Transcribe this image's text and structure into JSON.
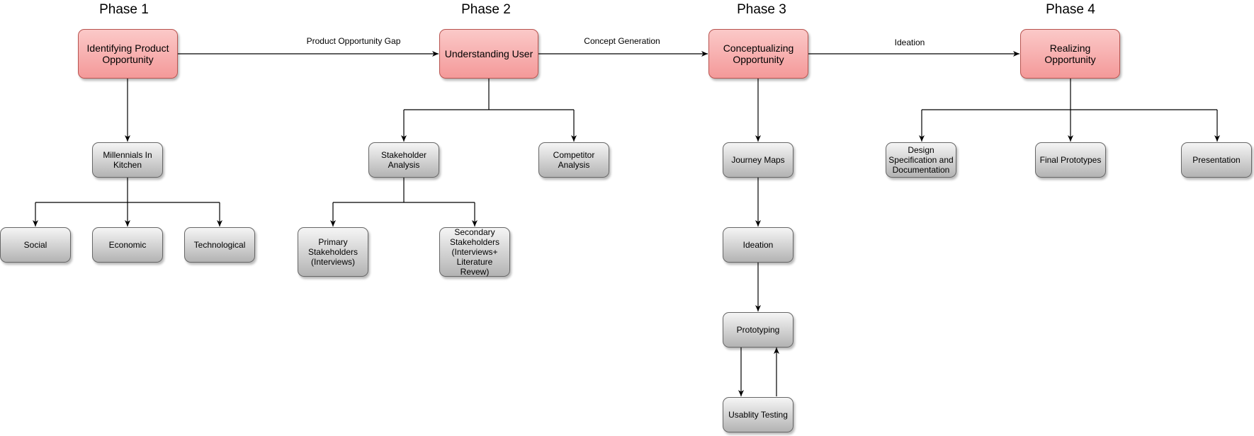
{
  "phases": {
    "p1": "Phase 1",
    "p2": "Phase 2",
    "p3": "Phase 3",
    "p4": "Phase 4"
  },
  "edge_labels": {
    "gap": "Product Opportunity Gap",
    "concept": "Concept Generation",
    "ideation": "Ideation"
  },
  "main_nodes": {
    "identifying": "Identifying Product Opportunity",
    "understanding": "Understanding User",
    "conceptualizing": "Conceptualizing Opportunity",
    "realizing": "Realizing Opportunity"
  },
  "sub_nodes": {
    "millennials": "Millennials In Kitchen",
    "social": "Social",
    "economic": "Economic",
    "technological": "Technological",
    "stakeholder": "Stakeholder Analysis",
    "competitor": "Competitor Analysis",
    "primary": "Primary Stakeholders (Interviews)",
    "secondary": "Secondary Stakeholders (Interviews+ Literature Revew)",
    "journey": "Journey Maps",
    "ideation": "Ideation",
    "prototyping": "Prototyping",
    "usability": "Usablity Testing",
    "design_spec": "Design Specification and Documentation",
    "final_prototypes": "Final Prototypes",
    "presentation": "Presentation"
  },
  "colors": {
    "main_fill_top": "#fbc9c8",
    "main_fill_bottom": "#f49999",
    "main_stroke": "#b85450",
    "sub_fill_top": "#f5f5f5",
    "sub_fill_bottom": "#b3b3b3",
    "sub_stroke": "#666666",
    "edge": "#000000"
  }
}
